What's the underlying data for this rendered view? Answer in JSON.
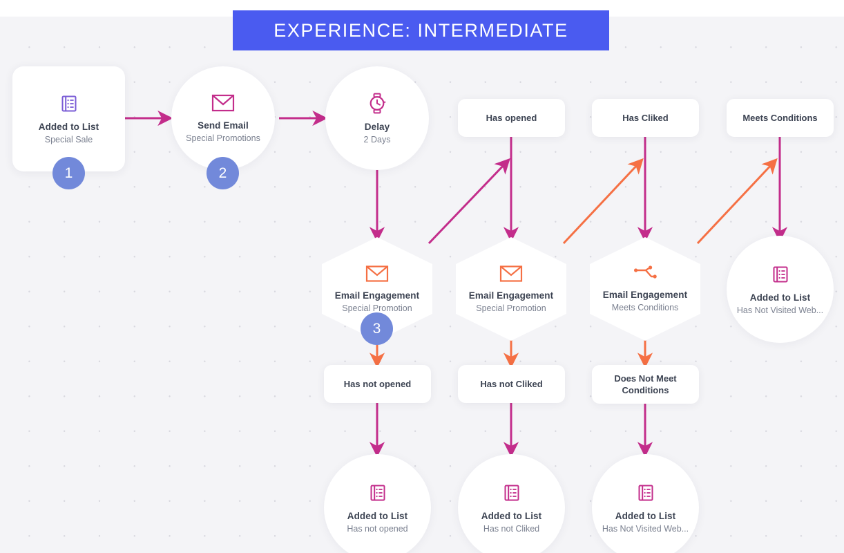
{
  "header": {
    "title": "EXPERIENCE: INTERMEDIATE",
    "background_color": "#4a5bf0",
    "text_color": "#ffffff"
  },
  "canvas": {
    "background_color": "#f4f4f7",
    "dot_color": "#d8d8df"
  },
  "colors": {
    "magenta": "#c32d8b",
    "orange": "#f57044",
    "badge": "#7289da",
    "title_text": "#3c4352",
    "subtitle_text": "#7b8190"
  },
  "nodes": [
    {
      "id": "added-to-list-special-sale",
      "shape": "rounded-square",
      "icon": "list-icon",
      "icon_color": "#7a5cd6",
      "title": "Added to List",
      "subtitle": "Special Sale",
      "badge": "1"
    },
    {
      "id": "send-email",
      "shape": "circle",
      "icon": "envelope-icon",
      "icon_color": "#c32d8b",
      "title": "Send Email",
      "subtitle": "Special Promotions",
      "badge": "2"
    },
    {
      "id": "delay",
      "shape": "circle",
      "icon": "watch-icon",
      "icon_color": "#c32d8b",
      "title": "Delay",
      "subtitle": "2 Days",
      "badge": ""
    },
    {
      "id": "email-engagement-opened",
      "shape": "hexagon",
      "icon": "envelope-icon",
      "icon_color": "#f57044",
      "title": "Email Engagement",
      "subtitle": "Special Promotion",
      "badge": "3"
    },
    {
      "id": "email-engagement-clicked",
      "shape": "hexagon",
      "icon": "envelope-icon",
      "icon_color": "#f57044",
      "title": "Email Engagement",
      "subtitle": "Special Promotion",
      "badge": ""
    },
    {
      "id": "email-engagement-conditions",
      "shape": "hexagon",
      "icon": "branch-icon",
      "icon_color": "#f57044",
      "title": "Email Engagement",
      "subtitle": "Meets Conditions",
      "badge": ""
    },
    {
      "id": "added-to-list-not-visited-top",
      "shape": "circle",
      "icon": "list-icon",
      "icon_color": "#c32d8b",
      "title": "Added to List",
      "subtitle": "Has Not Visited Web...",
      "badge": ""
    },
    {
      "id": "added-to-list-not-opened",
      "shape": "circle",
      "icon": "list-icon",
      "icon_color": "#c32d8b",
      "title": "Added to List",
      "subtitle": "Has not opened",
      "badge": ""
    },
    {
      "id": "added-to-list-not-clicked",
      "shape": "circle",
      "icon": "list-icon",
      "icon_color": "#c32d8b",
      "title": "Added to List",
      "subtitle": "Has not Cliked",
      "badge": ""
    },
    {
      "id": "added-to-list-not-visited-bottom",
      "shape": "circle",
      "icon": "list-icon",
      "icon_color": "#c32d8b",
      "title": "Added to List",
      "subtitle": "Has Not Visited Web...",
      "badge": ""
    }
  ],
  "condition_pills": {
    "positive": [
      {
        "id": "has-opened",
        "label": "Has opened"
      },
      {
        "id": "has-clicked",
        "label": "Has Cliked"
      },
      {
        "id": "meets-conditions",
        "label": "Meets Conditions"
      }
    ],
    "negative": [
      {
        "id": "has-not-opened",
        "label": "Has not opened"
      },
      {
        "id": "has-not-clicked",
        "label": "Has not Cliked"
      },
      {
        "id": "does-not-meet-conditions",
        "label": "Does Not Meet Conditions"
      }
    ]
  }
}
